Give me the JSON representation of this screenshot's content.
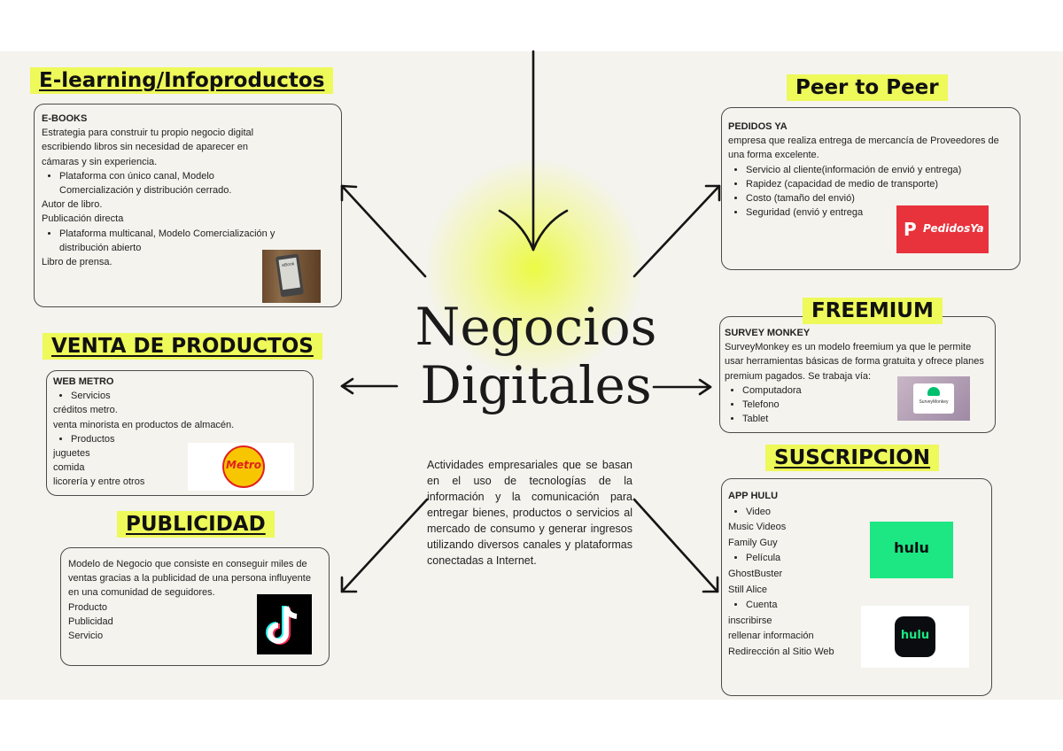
{
  "center": {
    "title_line1": "Negocios",
    "title_line2": "Digitales",
    "description": "Actividades empresariales que se basan en el uso de tecnologías de la información y la comunicación para entregar bienes, productos o servicios al mercado de consumo y generar ingresos utilizando diversos canales y plataformas conectadas a Internet."
  },
  "elearning": {
    "label": "E-learning/Infoproductos",
    "heading": "E-BOOKS",
    "intro": "Estrategia para construir tu propio negocio digital escribiendo libros sin necesidad de aparecer en cámaras y sin experiencia.",
    "bullet1": "Plataforma con único canal, Modelo Comercialización y distribución cerrado.",
    "line_author": "Autor de libro.",
    "line_direct": "Publicación directa",
    "bullet2": "Plataforma multicanal, Modelo Comercialización y distribución abierto",
    "line_press": "Libro de prensa.",
    "image_text": "eBook"
  },
  "venta": {
    "label": "VENTA DE PRODUCTOS",
    "heading": "WEB METRO",
    "bullet1": "Servicios",
    "line1": "créditos metro.",
    "line2": "venta minorista en productos de almacén.",
    "bullet2": "Productos",
    "line3": "juguetes",
    "line4": "comida",
    "line5": "licorería y entre otros",
    "logo_text": "Metro"
  },
  "publicidad": {
    "label": "PUBLICIDAD",
    "intro": "Modelo de Negocio que consiste en conseguir miles de ventas gracias a la publicidad de una persona influyente en una comunidad de seguidores.",
    "line1": "Producto",
    "line2": "Publicidad",
    "line3": "Servicio"
  },
  "peer": {
    "label": "Peer to Peer",
    "heading": "PEDIDOS YA",
    "intro": "empresa que realiza entrega de mercancía de Proveedores de una forma excelente.",
    "bullets": [
      "Servicio al cliente(información de envió y entrega)",
      "Rapidez (capacidad de medio de transporte)",
      "Costo (tamaño del envió)",
      "Seguridad (envió y entrega"
    ],
    "logo_text": "PedidosYa"
  },
  "freemium": {
    "label": "FREEMIUM",
    "heading": "SURVEY MONKEY",
    "intro": "SurveyMonkey es un modelo freemium ya que le permite usar herramientas básicas de forma gratuita y ofrece planes premium pagados. Se trabaja vía:",
    "bullets": [
      "Computadora",
      "Telefono",
      "Tablet"
    ],
    "logo_text": "SurveyMonkey"
  },
  "suscripcion": {
    "label": "SUSCRIPCION",
    "heading": "APP HULU",
    "bullet1": "Video",
    "line1": "Music Videos",
    "line2": "Family Guy",
    "bullet2": "Película",
    "line3": "GhostBuster",
    "line4": "Still Alice",
    "bullet3": "Cuenta",
    "line5": "inscribirse",
    "line6": "rellenar información",
    "line7": "Redirección al Sitio Web",
    "logo1_text": "hulu",
    "logo2_text": "hulu"
  },
  "colors": {
    "label_bg": "#eef95a",
    "glow": "#ebfa3c",
    "pedidosya_red": "#e8323c",
    "hulu_green": "#1ce783",
    "metro_yellow": "#f7c600",
    "metro_red": "#e02020"
  }
}
